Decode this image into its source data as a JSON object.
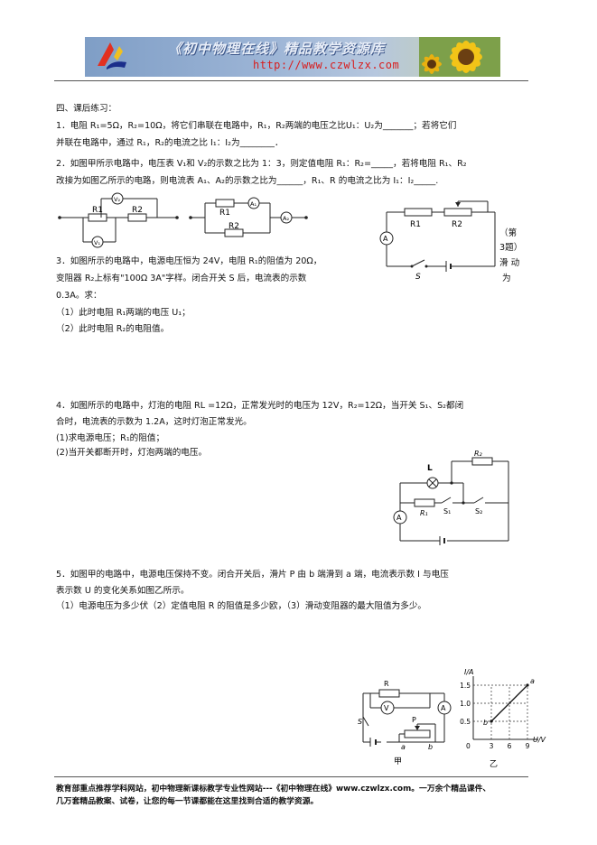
{
  "header": {
    "banner_title": "《初中物理在线》精品教学资源库",
    "banner_url": "http://www.czwlzx.com"
  },
  "section_title": "四、课后练习：",
  "q1": {
    "line1": "1．电阻 R₁=5Ω，R₂=10Ω，将它们串联在电路中，R₁，R₂两端的电压之比U₁：U₂为_______；若将它们",
    "line2": "并联在电路中，通过 R₁，R₂的电流之比 I₁：I₂为________．"
  },
  "q2": {
    "line1": "2．如图甲所示电路中，电压表 V₁和 V₂的示数之比为 1：3，则定值电阻 R₁：R₂=_____，若将电阻 R₁、R₂",
    "line2": "改接为如图乙所示的电路，则电流表 A₁、A₂的示数之比为______，R₁、R 的电流之比为 I₁：I₂_____."
  },
  "q3": {
    "line1": "3．如图所示的电路中，电源电压恒为 24V，电阻 R₁的阻值为 20Ω，",
    "line2": "变阻器 R₂上标有\"100Ω 3A\"字样。闭合开关 S 后，电流表的示数",
    "line3": "0.3A。求：",
    "sub1": "（1）此时电阻 R₁两端的电压 U₁；",
    "sub2": "（2）此时电阻 R₂的电阻值。",
    "side1": "（第",
    "side2": "3题）",
    "side3": "滑 动",
    "side4": "为"
  },
  "q4": {
    "line1": "4．如图所示的电路中，灯泡的电阻 RL =12Ω，正常发光时的电压为 12V，R₂=12Ω，当开关 S₁、S₂都闭",
    "line2": "合时，电流表的示数为 1.2A，这时灯泡正常发光。",
    "sub1": "(1)求电源电压；R₁的阻值；",
    "sub2": "(2)当开关都断开时，灯泡两端的电压。"
  },
  "q5": {
    "line1": "5．如图甲的电路中，电源电压保持不变。闭合开关后，滑片 P 由 b 端滑到 a 端，电流表示数 I 与电压",
    "line2": "表示数 U 的变化关系如图乙所示。",
    "line3": "（1）电源电压为多少伏（2）定值电阻 R 的阻值是多少欧，（3）滑动变阻器的最大阻值为多少。"
  },
  "figure_labels": {
    "r1": "R1",
    "r2": "R2",
    "R1": "R₁",
    "R2": "R₂",
    "R": "R",
    "v1": "V₁",
    "v2": "V₂",
    "v": "V",
    "a": "A",
    "a1": "A₁",
    "a2": "A₂",
    "s": "S",
    "s1": "S₁",
    "s2": "S₂",
    "L": "L",
    "P": "P",
    "pa": "a",
    "pb": "b",
    "jia": "甲",
    "yi": "乙"
  },
  "graph_labels": {
    "yunit": "I/A",
    "xunit": "U/V",
    "y15": "1.5",
    "y10": "1.0",
    "y05": "0.5",
    "x0": "0",
    "x3": "3",
    "x6": "6",
    "x9": "9",
    "pa": "a",
    "pb": "b"
  },
  "chart_data": {
    "type": "line",
    "title": "",
    "xlabel": "U/V",
    "ylabel": "I/A",
    "xlim": [
      0,
      9
    ],
    "ylim": [
      0,
      1.5
    ],
    "x_ticks": [
      0,
      3,
      6,
      9
    ],
    "y_ticks": [
      0.5,
      1.0,
      1.5
    ],
    "series": [
      {
        "points": [
          [
            3,
            0.5
          ],
          [
            9,
            1.5
          ]
        ]
      }
    ],
    "annotations": [
      {
        "text": "b",
        "x": 3,
        "y": 0.5
      },
      {
        "text": "a",
        "x": 9,
        "y": 1.5
      }
    ]
  },
  "footer": {
    "line1": "教育部重点推荐学科网站，初中物理新课标教学专业性网站---《初中物理在线》www.czwlzx.com。一万余个精品课件、",
    "line2": "几万套精品教案、试卷，让您的每一节课都能在这里找到合适的教学资源。"
  }
}
